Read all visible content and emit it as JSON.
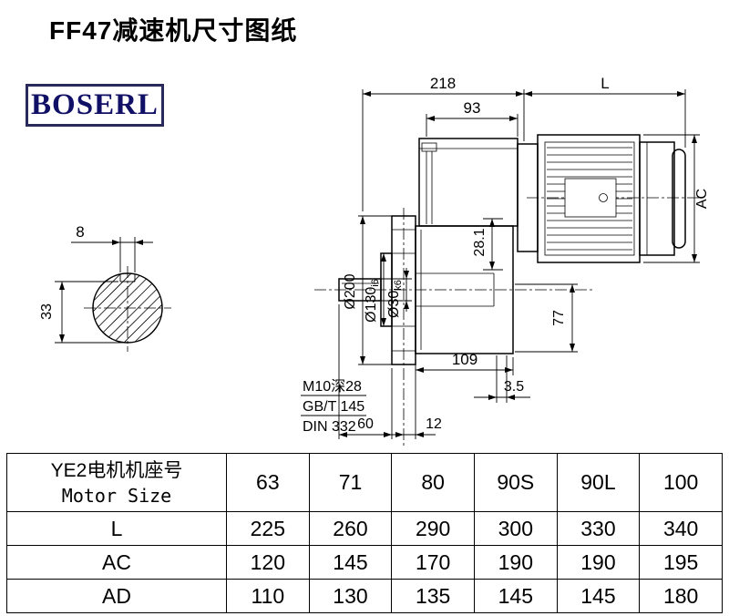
{
  "page": {
    "title": "FF47减速机尺寸图纸"
  },
  "logo": {
    "text": "BOSERL"
  },
  "drawing": {
    "dims": {
      "top_218": "218",
      "top_L": "L",
      "top_93": "93",
      "right_AC": "AC",
      "key_8": "8",
      "key_33": "33",
      "flange_d200": "Ø200",
      "spigot_d130": "Ø130",
      "spigot_d130_tol": "i6",
      "shaft_d30": "Ø30",
      "shaft_d30_tol": "k6",
      "inner_281": "28.1",
      "right_77": "77",
      "bottom_109": "109",
      "bottom_35": "3.5",
      "thread_spec": "M10深28",
      "thread_std1": "GB/T 145",
      "thread_std2": "DIN 332",
      "bottom_60": "60",
      "bottom_12": "12"
    }
  },
  "table": {
    "header_cn": "YE2电机机座号",
    "header_en": "Motor Size",
    "sizes": [
      "63",
      "71",
      "80",
      "90S",
      "90L",
      "100"
    ],
    "rows": [
      {
        "label": "L",
        "values": [
          "225",
          "260",
          "290",
          "300",
          "330",
          "340"
        ]
      },
      {
        "label": "AC",
        "values": [
          "120",
          "145",
          "170",
          "190",
          "190",
          "195"
        ]
      },
      {
        "label": "AD",
        "values": [
          "110",
          "130",
          "135",
          "145",
          "145",
          "180"
        ]
      }
    ]
  }
}
